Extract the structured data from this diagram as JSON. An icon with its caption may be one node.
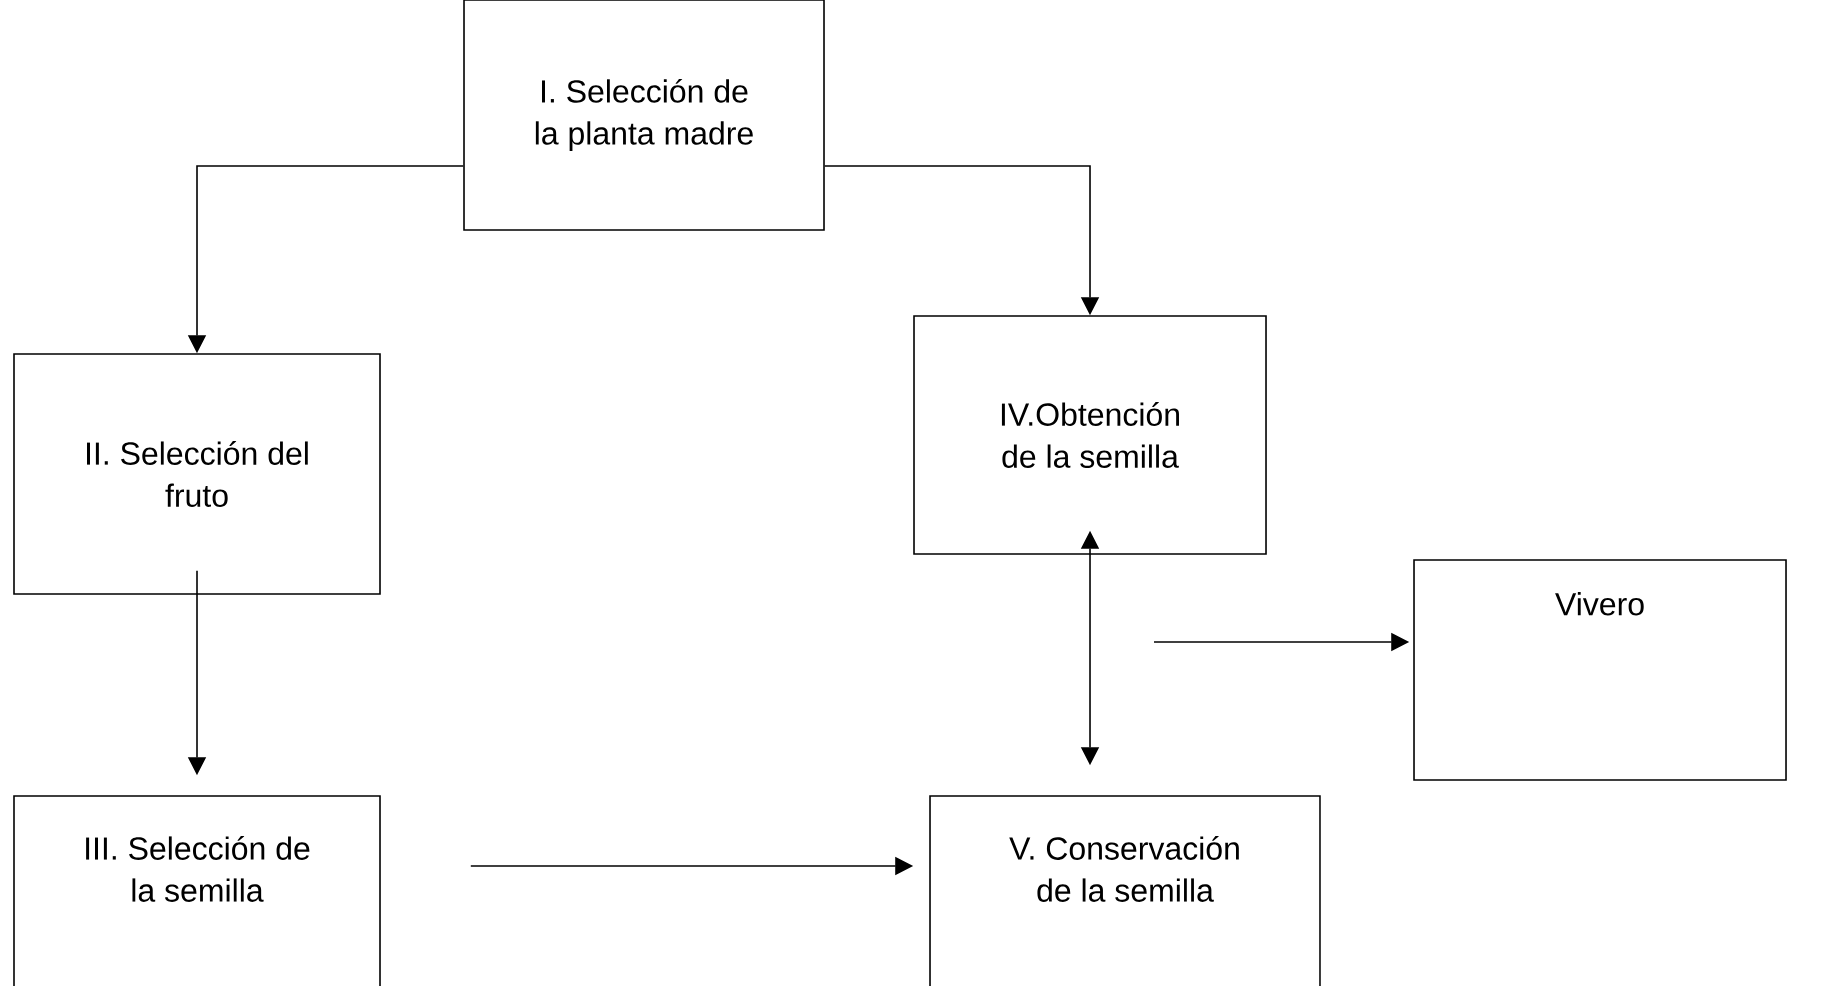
{
  "diagram": {
    "nodes": [
      {
        "text": [
          "I. Selección de la planta madre"
        ]
      },
      {
        "text": [
          "II. Selección del fruto"
        ]
      },
      {
        "text": [
          "III. Selección de la semilla"
        ]
      },
      {
        "text": [
          "IV.Obtención de la semilla"
        ]
      },
      {
        "text": [
          "Vivero"
        ]
      },
      {
        "text": [
          "V. Conservación de la semilla"
        ]
      }
    ],
    "edges": [
      {
        "from": 0,
        "to": 1,
        "arrow": "to"
      },
      {
        "from": 0,
        "to": 3,
        "arrow": "to"
      },
      {
        "from": 1,
        "to": 2,
        "arrow": "to"
      },
      {
        "from": 2,
        "to": 5,
        "arrow": "to"
      },
      {
        "from": 3,
        "to": 5,
        "arrow": "both"
      },
      {
        "from": null,
        "to": 4,
        "arrow": "to"
      }
    ]
  }
}
